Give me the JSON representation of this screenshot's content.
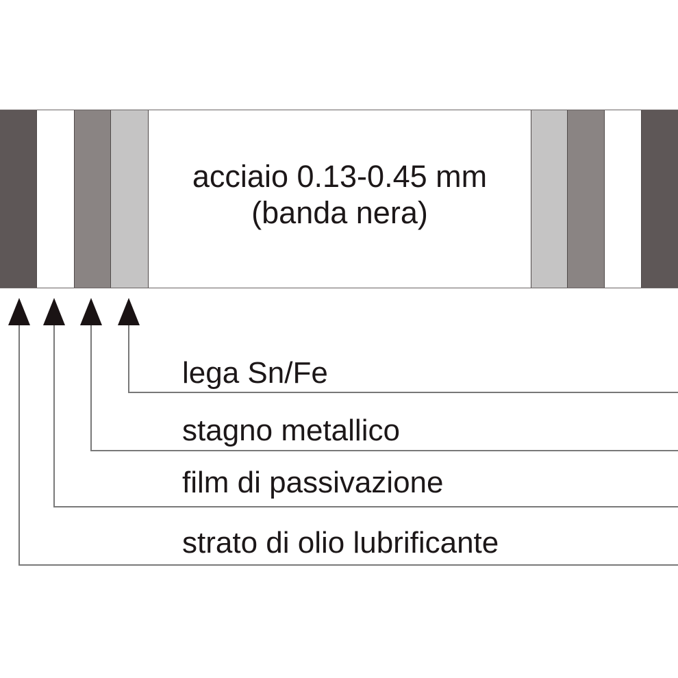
{
  "diagram": {
    "type": "tinplate-layer-diagram",
    "band": {
      "title_line1": "acciaio 0.13-0.45 mm",
      "title_line2": "(banda nera)"
    },
    "callouts": [
      {
        "label": "strato di olio lubrificante"
      },
      {
        "label": "film di passivazione"
      },
      {
        "label": "stagno metallico"
      },
      {
        "label": "lega Sn/Fe"
      }
    ],
    "colors": {
      "layer_dark": "#5e5757",
      "layer_medium": "#8a8483",
      "layer_light": "#c5c4c4",
      "layer_white": "#ffffff",
      "band_border": "#6a6464",
      "arrow": "#1a1314",
      "leader_line": "#787878",
      "text": "#1c1718",
      "background": "#ffffff"
    }
  }
}
